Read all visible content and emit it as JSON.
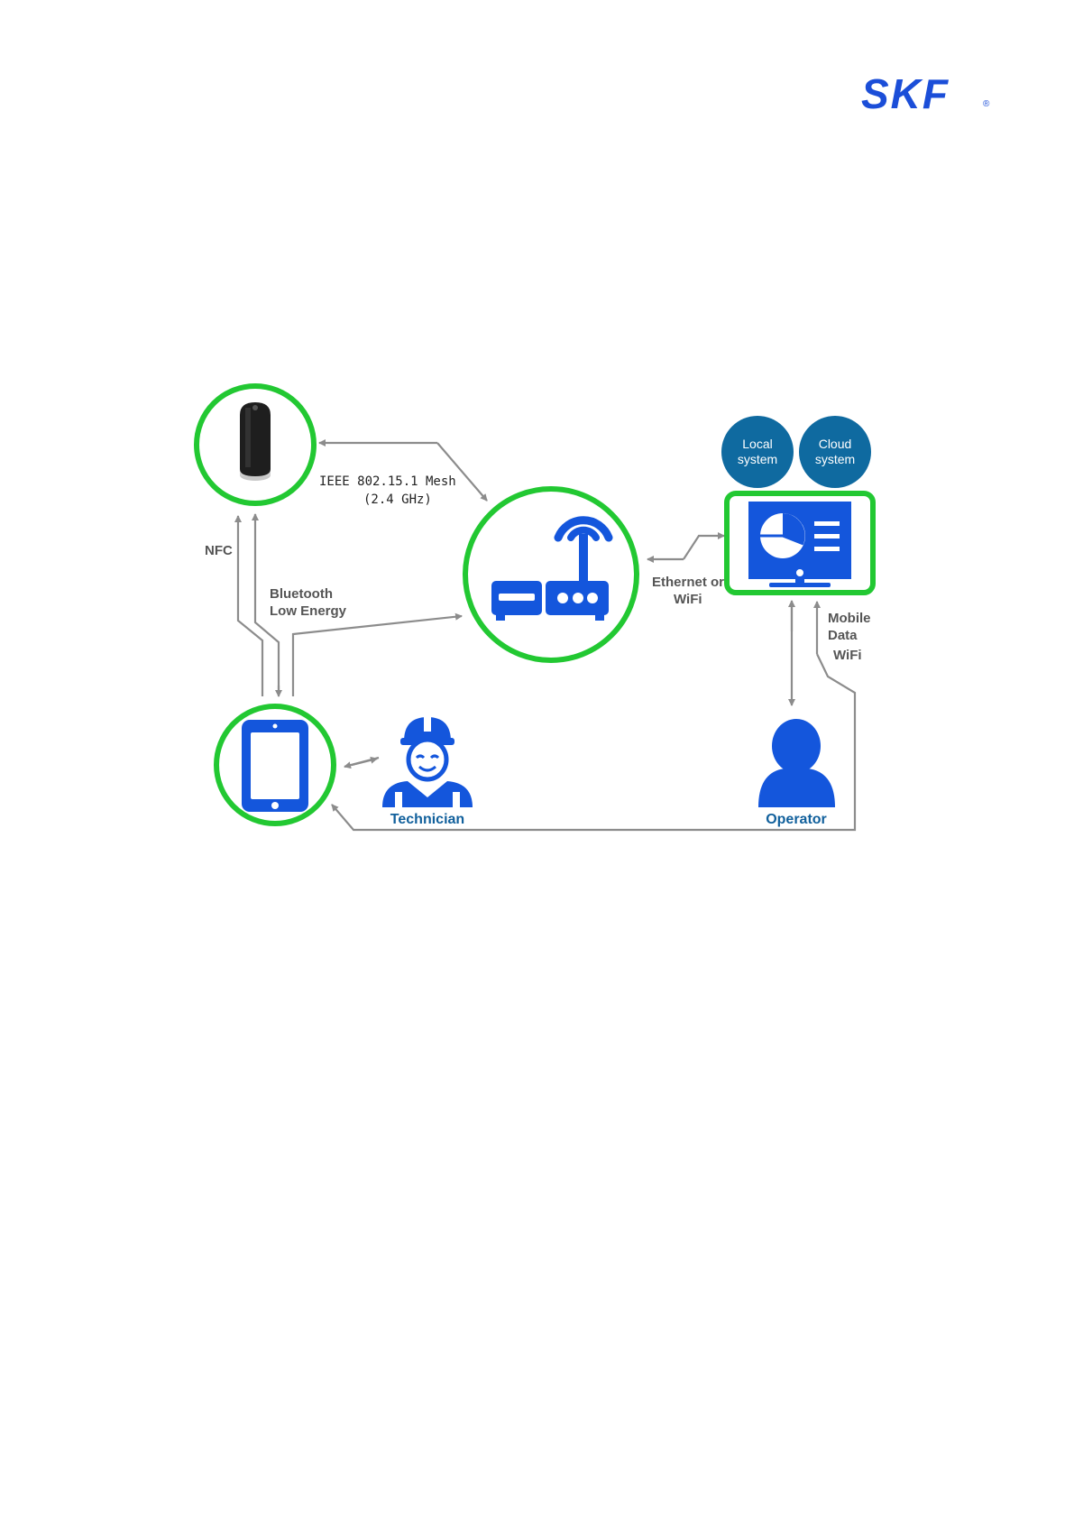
{
  "brand": {
    "logo_text": "SKF",
    "registered": "®",
    "color": "#1b4ed8"
  },
  "colors": {
    "accent_green": "#22c832",
    "icon_blue": "#1456dc",
    "bubble": "#0f6aa0",
    "connector": "#8c8c8c",
    "text_blue": "#11609c"
  },
  "nodes": {
    "sensor": {
      "icon": "wireless-sensor-icon"
    },
    "gateway": {
      "icon": "wireless-router-icon"
    },
    "monitor": {
      "icon": "monitor-chart-icon"
    },
    "tablet": {
      "icon": "tablet-icon"
    },
    "technician": {
      "icon": "technician-icon",
      "label": "Technician"
    },
    "operator": {
      "icon": "operator-icon",
      "label": "Operator"
    },
    "local_system": {
      "line1": "Local",
      "line2": "system"
    },
    "cloud_system": {
      "line1": "Cloud",
      "line2": "system"
    }
  },
  "links": {
    "mesh": {
      "line1": "IEEE 802.15.1 Mesh",
      "line2": "(2.4 GHz)"
    },
    "nfc": "NFC",
    "ble": {
      "line1": "Bluetooth",
      "line2": "Low Energy"
    },
    "ethernet": {
      "line1": "Ethernet or",
      "line2": "WiFi"
    },
    "mobile": {
      "line1": "Mobile",
      "line2": "Data",
      "line3": "WiFi"
    }
  }
}
